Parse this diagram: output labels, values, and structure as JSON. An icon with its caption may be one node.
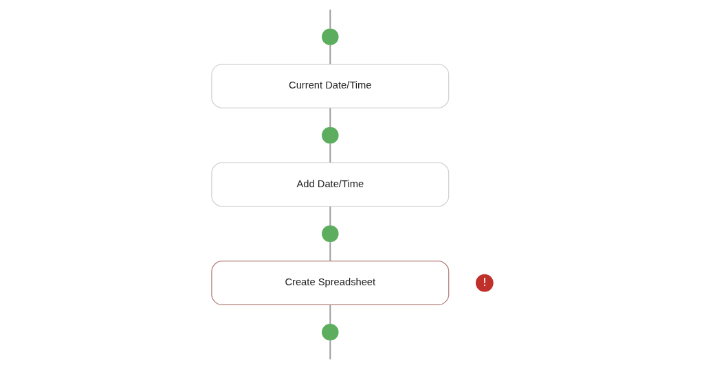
{
  "diagram": {
    "nodes": [
      {
        "text": [],
        "shape": "circle"
      },
      {
        "text": [
          "Current Date/Time"
        ]
      },
      {
        "text": [],
        "shape": "circle"
      },
      {
        "text": [
          "Add Date/Time"
        ]
      },
      {
        "text": [],
        "shape": "circle"
      },
      {
        "text": [
          "Create Spreadsheet"
        ]
      },
      {
        "text": [],
        "shape": "circle"
      },
      {
        "text": [
          "!"
        ]
      }
    ],
    "edges": [
      {
        "from": null,
        "to": 0,
        "arrow": "none"
      },
      {
        "from": 0,
        "to": 1,
        "arrow": "none"
      },
      {
        "from": 1,
        "to": 2,
        "arrow": "none"
      },
      {
        "from": 2,
        "to": 3,
        "arrow": "none"
      },
      {
        "from": 3,
        "to": 4,
        "arrow": "none"
      },
      {
        "from": 4,
        "to": 5,
        "arrow": "none"
      },
      {
        "from": 5,
        "to": 6,
        "arrow": "none"
      },
      {
        "from": 6,
        "to": null,
        "arrow": "none"
      }
    ]
  }
}
